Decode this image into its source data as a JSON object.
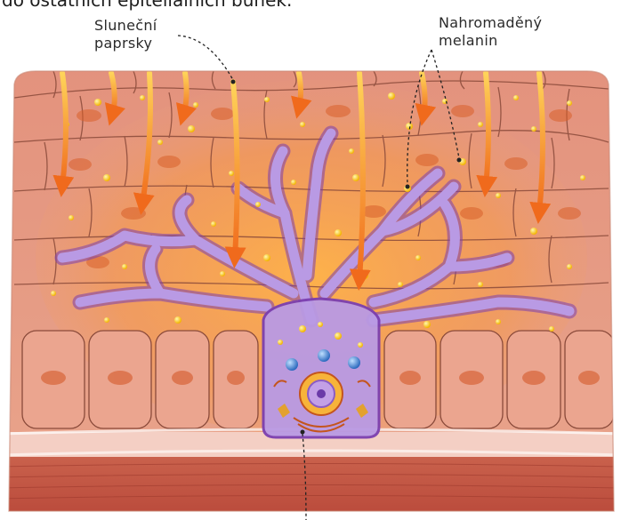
{
  "caption_partial": "do ostatních epiteliálních buněk.",
  "labels": {
    "sun_line1": "Sluneční",
    "sun_line2": "paprsky",
    "melanin_line1": "Nahromaděný",
    "melanin_line2": "melanin"
  },
  "colors": {
    "tissue_pink": "#e8a089",
    "cell_border": "#8a4a3a",
    "glow_orange": "#f7a23a",
    "melanocyte_purple": "#a78bd6",
    "melanocyte_edge": "#7b3fb0",
    "ray": "#f0791f",
    "melanin_granule": "#ffd21f",
    "muscle": "#c75845"
  },
  "icons": [
    "sun-ray-arrow",
    "melanin-granule",
    "melanocyte-cell",
    "nucleus"
  ]
}
